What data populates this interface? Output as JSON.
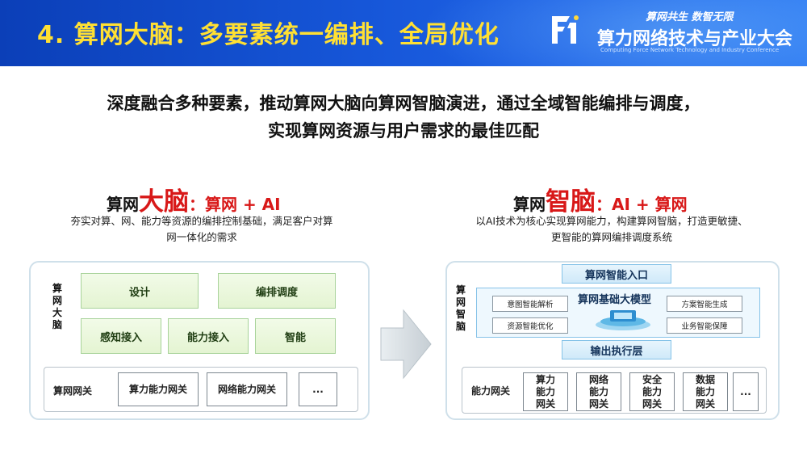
{
  "header": {
    "title": "4. 算网大脑：多要素统一编排、全局优化",
    "slogan": "算网共生  数智无限",
    "conference_name": "算力网络技术与产业大会",
    "conference_en": "Computing Force Network Technology and Industry Conference"
  },
  "subtitle": {
    "line1": "深度融合多种要素，推动算网大脑向算网智脑演进，通过全域智能编排与调度，",
    "line2": "实现算网资源与用户需求的最佳匹配"
  },
  "left": {
    "title_pre": "算网",
    "title_big": "大脑",
    "title_post": "：算网 + AI",
    "desc_line1": "夯实对算、网、能力等资源的编排控制基础，满足客户对算",
    "desc_line2": "网一体化的需求",
    "side_label": [
      "算",
      "网",
      "大",
      "脑"
    ],
    "boxes": [
      "设计",
      "编排调度",
      "感知接入",
      "能力接入",
      "智能"
    ],
    "gateway_label": "算网网关",
    "gateways": [
      "算力能力网关",
      "网络能力网关",
      "..."
    ]
  },
  "right": {
    "title_pre": "算网",
    "title_big": "智脑",
    "title_post": "：AI + 算网",
    "desc_line1": "以AI技术为核心实现算网能力，构建算网智脑，打造更敏捷、",
    "desc_line2": "更智能的算网编排调度系统",
    "side_label": [
      "算",
      "网",
      "智",
      "脑"
    ],
    "entry_label": "算网智能入口",
    "model_title": "算网基础大模型",
    "model_boxes_left": [
      "意图智能解析",
      "资源智能优化"
    ],
    "model_boxes_right": [
      "方案智能生成",
      "业务智能保障"
    ],
    "output_label": "输出执行层",
    "gateway_label": "能力网关",
    "gateways": [
      [
        "算力",
        "能力",
        "网关"
      ],
      [
        "网络",
        "能力",
        "网关"
      ],
      [
        "安全",
        "能力",
        "网关"
      ],
      [
        "数据",
        "能力",
        "网关"
      ],
      [
        "..."
      ]
    ]
  },
  "colors": {
    "header_bg": "#1656d8",
    "header_title": "#ffe033",
    "accent_red": "#d81818",
    "green_box": "#e4f4d2",
    "blue_box": "#cfe9f9"
  }
}
